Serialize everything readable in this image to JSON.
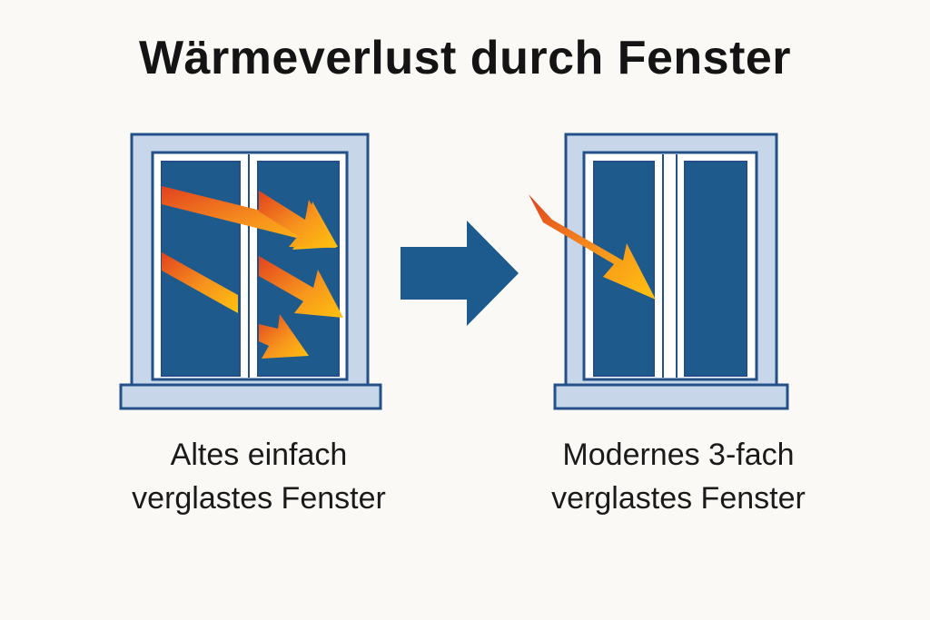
{
  "title": "Wärmeverlust durch Fenster",
  "left_window": {
    "caption_line1": "Altes einfach",
    "caption_line2": "verglastes Fenster"
  },
  "right_window": {
    "caption_line1": "Modernes 3-fach",
    "caption_line2": "verglastes Fenster"
  },
  "colors": {
    "frame_outline": "#24508a",
    "frame_fill": "#c7d6e8",
    "glass": "#1f5a8c",
    "sash": "#ffffff",
    "arrow": "#1d5b8f",
    "heat_start": "#e2421f",
    "heat_end": "#ffc20e",
    "background": "#fbf9f6"
  }
}
